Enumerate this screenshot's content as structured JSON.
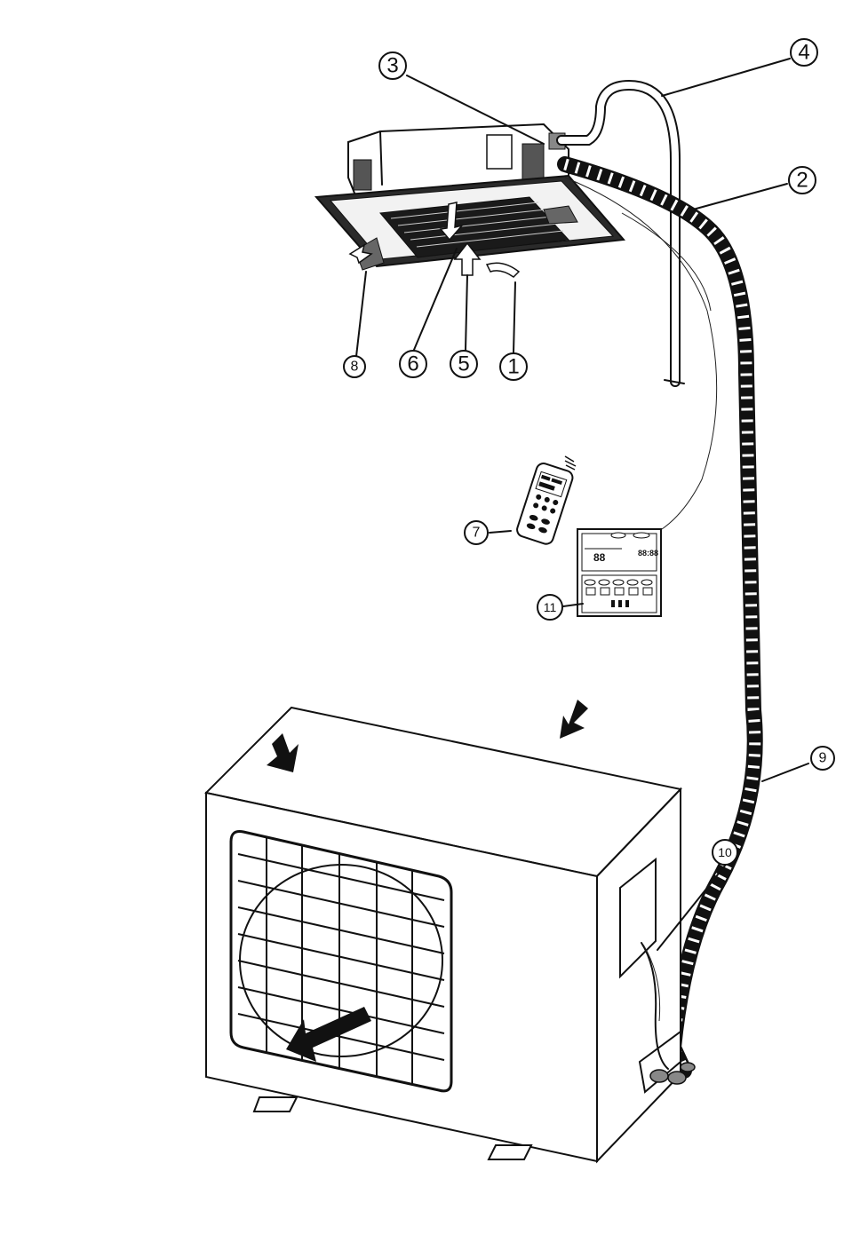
{
  "callouts": [
    {
      "id": "1",
      "label": "1"
    },
    {
      "id": "2",
      "label": "2"
    },
    {
      "id": "3",
      "label": "3"
    },
    {
      "id": "4",
      "label": "4"
    },
    {
      "id": "5",
      "label": "5"
    },
    {
      "id": "6",
      "label": "6"
    },
    {
      "id": "7",
      "label": "7"
    },
    {
      "id": "8",
      "label": "8"
    },
    {
      "id": "9",
      "label": "9"
    },
    {
      "id": "10",
      "label": "10"
    },
    {
      "id": "11",
      "label": "11"
    }
  ],
  "wired_controller": {
    "temp_display": "88",
    "clock_display": "88:88"
  }
}
